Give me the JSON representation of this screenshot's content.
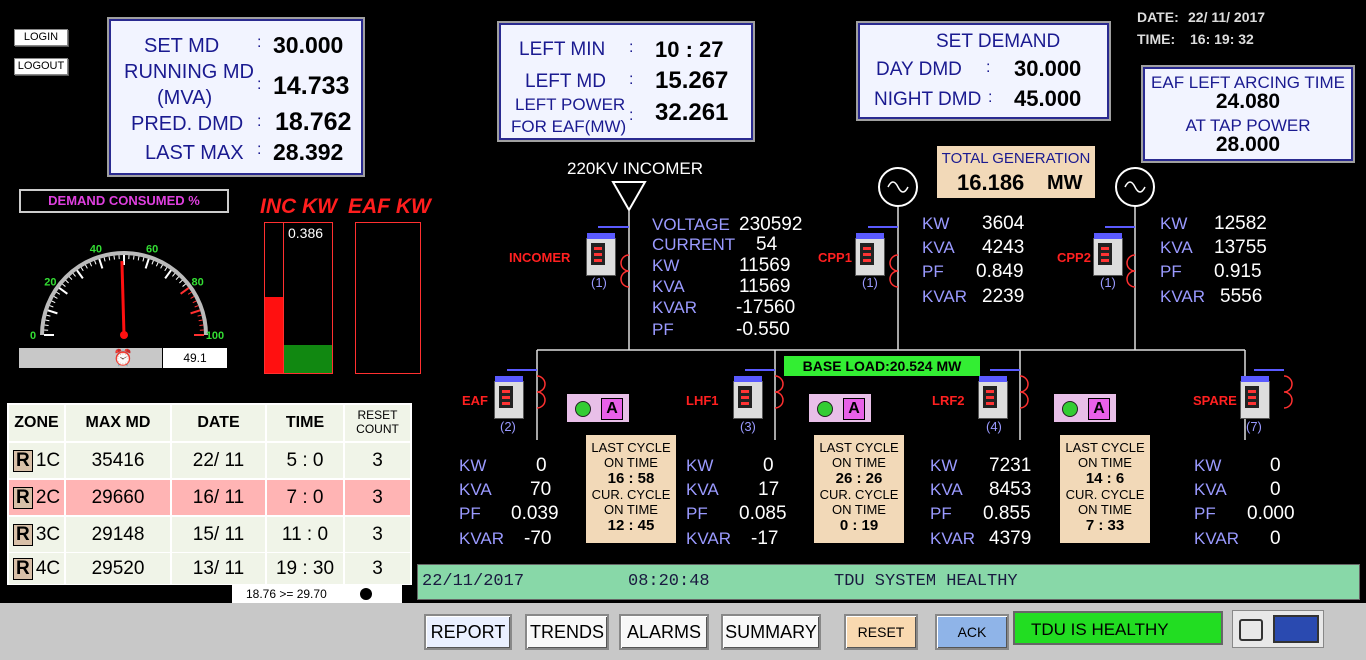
{
  "header": {
    "date_label": "DATE:",
    "date_value": "22/ 11/ 2017",
    "time_label": "TIME:",
    "time_value": "16: 19: 32"
  },
  "auth": {
    "login": "LOGIN",
    "logout": "LOGOUT"
  },
  "md_box": {
    "set_md_label": "SET MD",
    "set_md": "30.000",
    "running_md_label": "RUNNING MD",
    "running_md_unit": "(MVA)",
    "running_md": "14.733",
    "pred_dmd_label": "PRED. DMD",
    "pred_dmd": "18.762",
    "last_max_label": "LAST MAX",
    "last_max": "28.392",
    "colon": ":"
  },
  "left_box": {
    "left_min_label": "LEFT MIN",
    "left_min": "10 : 27",
    "left_md_label": "LEFT MD",
    "left_md": "15.267",
    "left_power_label": "LEFT POWER",
    "left_power_label2": "FOR EAF(MW)",
    "left_power": "32.261",
    "colon": ":"
  },
  "demand_box": {
    "title": "SET DEMAND",
    "day_label": "DAY DMD",
    "day": "30.000",
    "night_label": "NIGHT DMD",
    "night": "45.000",
    "colon": ":"
  },
  "eaf_arcing": {
    "label": "EAF LEFT ARCING TIME",
    "value": "24.080",
    "tap_label": "AT TAP POWER",
    "tap_value": "28.000"
  },
  "total_gen": {
    "label": "TOTAL GENERATION",
    "value": "16.186",
    "unit": "MW"
  },
  "demand_consumed": {
    "label": "DEMAND CONSUMED %",
    "value": "49.1",
    "percent": 49.1,
    "scale": [
      "0",
      "20",
      "40",
      "60",
      "80",
      "100"
    ]
  },
  "bars": {
    "inc_label": "INC KW",
    "eaf_label": "EAF KW",
    "inc_value": "0.386"
  },
  "incomer": {
    "title": "220KV INCOMER",
    "name": "INCOMER",
    "id": "(1)",
    "voltage_label": "VOLTAGE",
    "voltage": "230592",
    "current_label": "CURRENT",
    "current": "54",
    "kw_label": "KW",
    "kw": "11569",
    "kva_label": "KVA",
    "kva": "11569",
    "kvar_label": "KVAR",
    "kvar": "-17560",
    "pf_label": "PF",
    "pf": "-0.550"
  },
  "cpp1": {
    "name": "CPP1",
    "id": "(1)",
    "kw_label": "KW",
    "kw": "3604",
    "kva_label": "KVA",
    "kva": "4243",
    "pf_label": "PF",
    "pf": "0.849",
    "kvar_label": "KVAR",
    "kvar": "2239"
  },
  "cpp2": {
    "name": "CPP2",
    "id": "(1)",
    "kw_label": "KW",
    "kw": "12582",
    "kva_label": "KVA",
    "kva": "13755",
    "pf_label": "PF",
    "pf": "0.915",
    "kvar_label": "KVAR",
    "kvar": "5556"
  },
  "base_load": {
    "label": "BASE LOAD:20.524 MW"
  },
  "feeders": [
    {
      "name": "EAF",
      "id": "(2)",
      "kw_label": "KW",
      "kw": "0",
      "kva_label": "KVA",
      "kva": "70",
      "pf_label": "PF",
      "pf": "0.039",
      "kvar_label": "KVAR",
      "kvar": "-70"
    },
    {
      "name": "LHF1",
      "id": "(3)",
      "kw_label": "KW",
      "kw": "0",
      "kva_label": "KVA",
      "kva": "17",
      "pf_label": "PF",
      "pf": "0.085",
      "kvar_label": "KVAR",
      "kvar": "-17"
    },
    {
      "name": "LRF2",
      "id": "(4)",
      "kw_label": "KW",
      "kw": "7231",
      "kva_label": "KVA",
      "kva": "8453",
      "pf_label": "PF",
      "pf": "0.855",
      "kvar_label": "KVAR",
      "kvar": "4379"
    },
    {
      "name": "SPARE",
      "id": "(7)",
      "kw_label": "KW",
      "kw": "0",
      "kva_label": "KVA",
      "kva": "0",
      "pf_label": "PF",
      "pf": "0.000",
      "kvar_label": "KVAR",
      "kvar": "0"
    }
  ],
  "mode_letter": "A",
  "cycles": [
    {
      "last_label": "LAST CYCLE",
      "on_label": "ON TIME",
      "last": "16 : 58",
      "cur_label": "CUR. CYCLE",
      "cur_on_label": "ON TIME",
      "cur": "12 : 45"
    },
    {
      "last_label": "LAST CYCLE",
      "on_label": "ON TIME",
      "last": "26 : 26",
      "cur_label": "CUR. CYCLE",
      "cur_on_label": "ON TIME",
      "cur": "0 : 19"
    },
    {
      "last_label": "LAST CYCLE",
      "on_label": "ON TIME",
      "last": "14 : 6",
      "cur_label": "CUR. CYCLE",
      "cur_on_label": "ON TIME",
      "cur": "7 : 33"
    }
  ],
  "zone_table": {
    "headers": [
      "ZONE",
      "MAX MD",
      "DATE",
      "TIME",
      "RESET",
      "COUNT"
    ],
    "reset_btn": "R",
    "rows": [
      {
        "zone": "1C",
        "max_md": "35416",
        "date": "22/ 11",
        "time": "5 : 0",
        "count": "3"
      },
      {
        "zone": "2C",
        "max_md": "29660",
        "date": "16/ 11",
        "time": "7 : 0",
        "count": "3"
      },
      {
        "zone": "3C",
        "max_md": "29148",
        "date": "15/ 11",
        "time": "11 : 0",
        "count": "3"
      },
      {
        "zone": "4C",
        "max_md": "29520",
        "date": "13/ 11",
        "time": "19 : 30",
        "count": "3"
      }
    ]
  },
  "comparison": "18.76   >= 29.70",
  "status_bar": {
    "date": "22/11/2017",
    "time": "08:20:48",
    "message": "TDU SYSTEM HEALTHY"
  },
  "toolbar": {
    "report": "REPORT",
    "trends": "TRENDS",
    "alarms": "ALARMS",
    "summary": "SUMMARY",
    "reset": "RESET",
    "ack": "ACK",
    "health": "TDU IS HEALTHY"
  },
  "colors": {
    "panel_bg": "#f2f4ff",
    "health_green": "#33dd33",
    "status_bg": "#88d8a8",
    "red": "#ff2020"
  }
}
